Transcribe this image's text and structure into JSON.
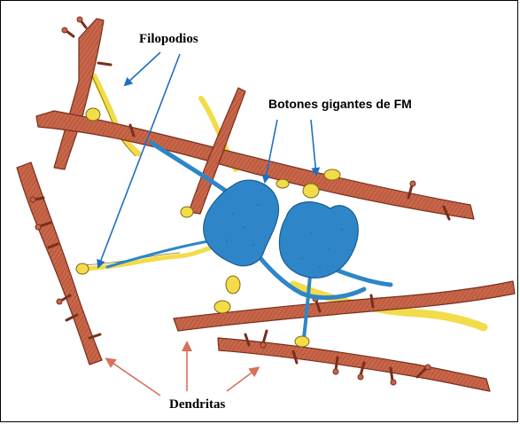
{
  "labels": {
    "filopodios": "Filopodios",
    "botones": "Botones gigantes de FM",
    "dendritas": "Dendritas"
  },
  "colors": {
    "dendrite": "#c8664a",
    "dendrite_dark": "#7a2e1c",
    "filopodium": "#f2dc4a",
    "bouton": "#2e86c8",
    "bouton_dark": "#1a5a8e",
    "arrow_blue": "#1f6fc0",
    "arrow_red": "#d9705a"
  },
  "legend_icons": {
    "arrow_blue": "blue-annotation-arrow",
    "arrow_red": "red-annotation-arrow"
  }
}
